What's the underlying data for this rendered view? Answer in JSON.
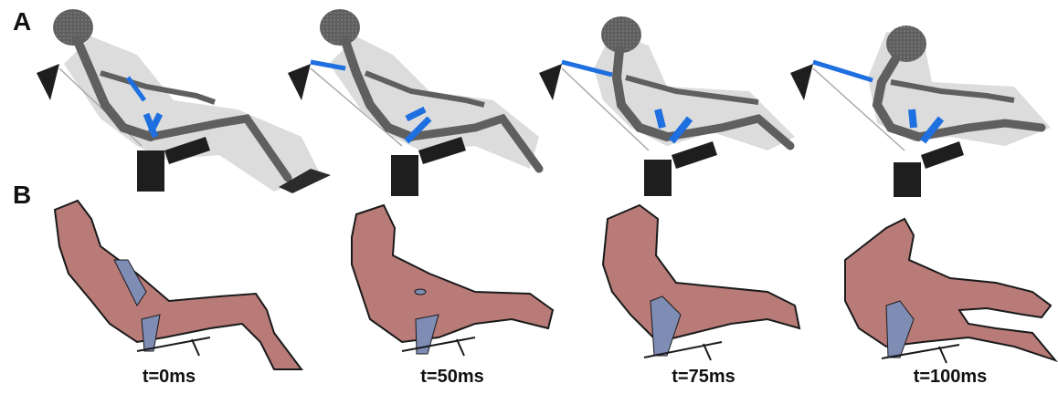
{
  "row_labels": {
    "a": "A",
    "b": "B"
  },
  "frames": [
    {
      "time": "t=0ms"
    },
    {
      "time": "t=50ms"
    },
    {
      "time": "t=75ms"
    },
    {
      "time": "t=100ms"
    }
  ],
  "colors": {
    "skeleton": "#5f5f5f",
    "skeleton_dark": "#3a3a3a",
    "flesh_shadow": "#d3d3d3",
    "belt": "#1e6fe0",
    "seat_black": "#1e1e1e",
    "body_fill": "#b87b78",
    "body_stroke": "#1a1a1a",
    "belt_gray": "#7f8db5"
  }
}
